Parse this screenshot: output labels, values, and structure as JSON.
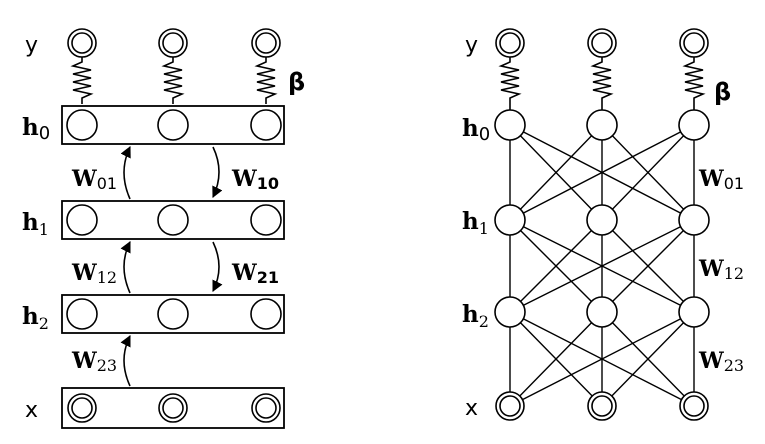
{
  "left_panel": {
    "labels": {
      "y": "y",
      "x": "x",
      "beta": "β",
      "h0_base": "h",
      "h0_sub": "0",
      "h1_base": "h",
      "h1_sub": "1",
      "h2_base": "h",
      "h2_sub": "2",
      "w01_base": "W",
      "w01_sub": "01",
      "w10_base": "W",
      "w10_sub": "10",
      "w12_base": "W",
      "w12_sub": "12",
      "w21_base": "W",
      "w21_sub": "21",
      "w23_base": "W",
      "w23_sub": "23"
    }
  },
  "right_panel": {
    "labels": {
      "y": "y",
      "x": "x",
      "beta": "β",
      "h0_base": "h",
      "h0_sub": "0",
      "h1_base": "h",
      "h1_sub": "1",
      "h2_base": "h",
      "h2_sub": "2",
      "w01_base": "W",
      "w01_sub": "01",
      "w12_base": "W",
      "w12_sub": "12",
      "w23_base": "W",
      "w23_sub": "23"
    }
  }
}
